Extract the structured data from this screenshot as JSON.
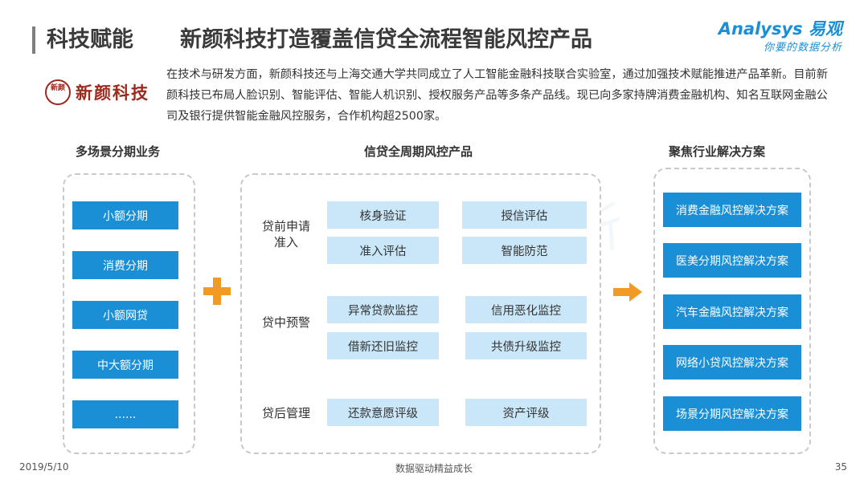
{
  "header": {
    "topic": "科技赋能",
    "title": "新颜科技打造覆盖信贷全流程智能风控产品"
  },
  "brand": {
    "name": "Analysys 易观",
    "slogan": "你要的数据分析",
    "color": "#1a8fd6"
  },
  "company": {
    "seal_text": "新颜",
    "name": "新颜科技",
    "intro": "在技术与研发方面，新颜科技还与上海交通大学共同成立了人工智能金融科技联合实验室，通过加强技术赋能推进产品革新。目前新颜科技已布局人脸识别、智能评估、智能人机识别、授权服务产品等多条产品线。现已向多家持牌消费金融机构、知名互联网金融公司及银行提供智能金融风控服务，合作机构超2500家。"
  },
  "left_panel": {
    "title": "多场景分期业务",
    "items": [
      "小额分期",
      "消费分期",
      "小额网贷",
      "中大额分期",
      "......"
    ]
  },
  "middle_panel": {
    "title": "信贷全周期风控产品",
    "stages": [
      {
        "label": "贷前申请\n准入",
        "items": [
          "核身验证",
          "授信评估",
          "准入评估",
          "智能防范"
        ]
      },
      {
        "label": "贷中预警",
        "items": [
          "异常贷款监控",
          "信用恶化监控",
          "借新还旧监控",
          "共债升级监控"
        ]
      },
      {
        "label": "贷后管理",
        "items": [
          "还款意愿评级",
          "资产评级"
        ]
      }
    ]
  },
  "right_panel": {
    "title": "聚焦行业解决方案",
    "items": [
      "消费金融风控解决方案",
      "医美分期风控解决方案",
      "汽车金融风控解决方案",
      "网络小贷风控解决方案",
      "场景分期风控解决方案"
    ]
  },
  "colors": {
    "accent_blue": "#1a8fd6",
    "light_blue": "#c9e7f8",
    "orange": "#f29b24",
    "company_red": "#9c2a1e"
  },
  "footer": {
    "date": "2019/5/10",
    "center": "数据驱动精益成长",
    "page": "35"
  }
}
